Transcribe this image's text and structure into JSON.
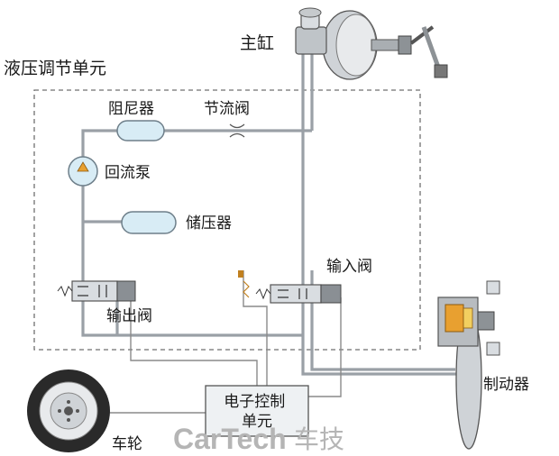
{
  "labels": {
    "master_cylinder": "主缸",
    "hydraulic_unit": "液压调节单元",
    "damper": "阻尼器",
    "throttle_valve": "节流阀",
    "return_pump": "回流泵",
    "accumulator": "储压器",
    "inlet_valve": "输入阀",
    "outlet_valve": "输出阀",
    "ecu": "电子控制\n单元",
    "brake": "制动器",
    "wheel": "车轮"
  },
  "watermark": {
    "brand": "CarTech",
    "suffix": "车技"
  },
  "colors": {
    "pipe": "#9aa0a6",
    "component_fill": "#d8ecf5",
    "brake_orange": "#e8a030",
    "watermark": "#b5b5b5"
  },
  "icons": {
    "master_cylinder": "master-cylinder-icon",
    "wheel": "wheel-icon",
    "brake": "brake-caliper-icon",
    "spring": "spring-icon"
  }
}
